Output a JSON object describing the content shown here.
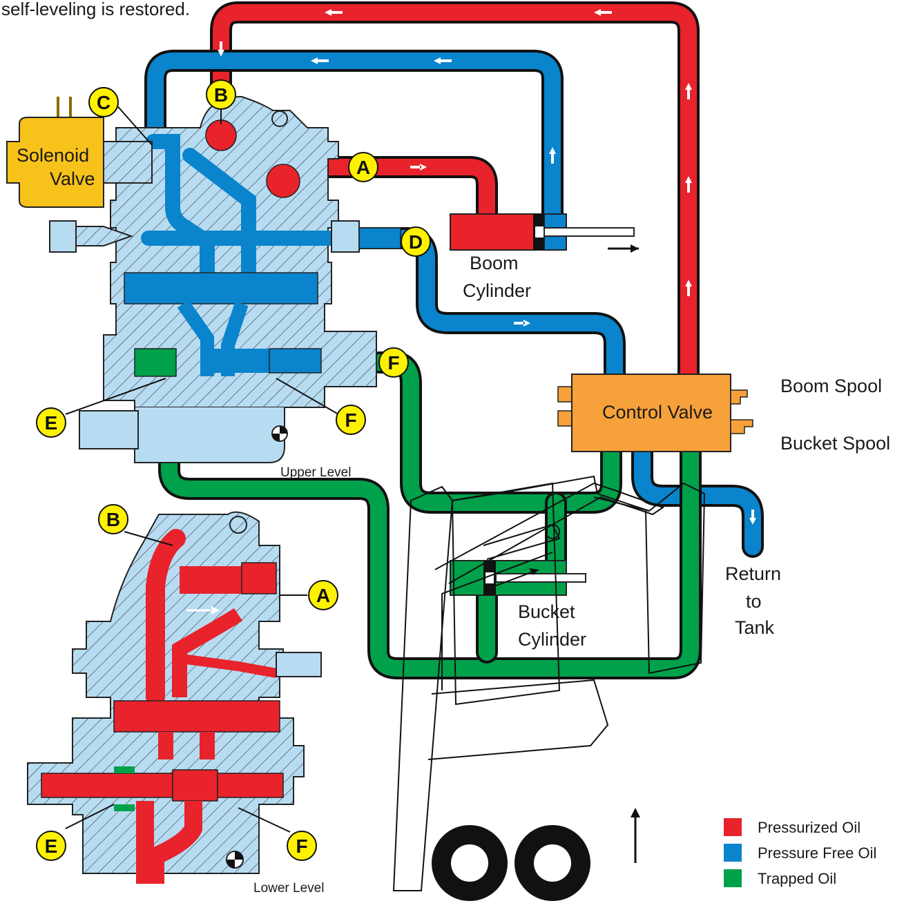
{
  "header_text": "self-leveling is restored.",
  "components": {
    "solenoid_line1": "Solenoid",
    "solenoid_line2": "Valve",
    "boom_cylinder_line1": "Boom",
    "boom_cylinder_line2": "Cylinder",
    "bucket_cylinder_line1": "Bucket",
    "bucket_cylinder_line2": "Cylinder",
    "control_valve": "Control Valve",
    "boom_spool": "Boom Spool",
    "bucket_spool": "Bucket Spool",
    "return_line1": "Return",
    "return_line2": "to",
    "return_line3": "Tank",
    "upper_level": "Upper Level",
    "lower_level": "Lower Level"
  },
  "markers": {
    "a": "A",
    "b": "B",
    "c": "C",
    "d": "D",
    "e": "E",
    "f": "F"
  },
  "legend": [
    {
      "label": "Pressurized Oil",
      "color": "#e8232b"
    },
    {
      "label": "Pressure Free Oil",
      "color": "#0a84cc"
    },
    {
      "label": "Trapped Oil",
      "color": "#00a14b"
    }
  ],
  "colors": {
    "pressurized": "#e8232b",
    "pressure_free": "#0a84cc",
    "trapped": "#00a14b",
    "marker_fill": "#fff200",
    "valve_body": "#b7dcf2",
    "solenoid": "#f7c21a",
    "control_valve": "#f7a13a"
  }
}
